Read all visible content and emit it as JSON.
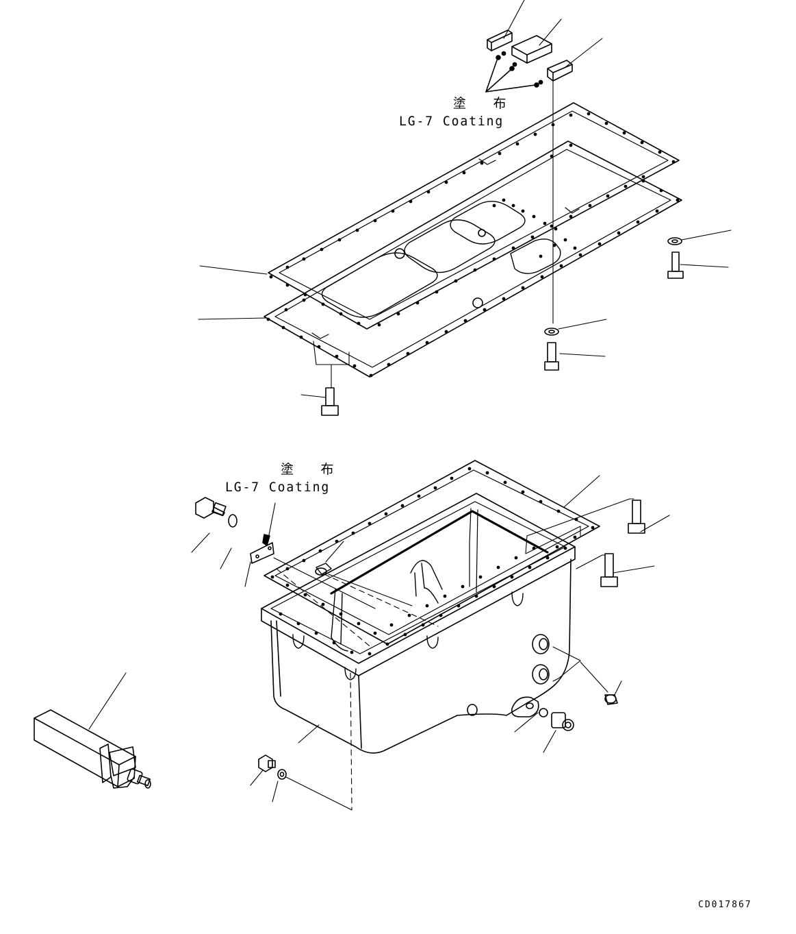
{
  "annotations": {
    "upper": {
      "jp": "塗 布",
      "en": "LG-7 Coating"
    },
    "lower": {
      "jp": "塗 布",
      "en": "LG-7 Coating"
    }
  },
  "drawing_code": "CD017867",
  "colors": {
    "ink": "#000000",
    "paper": "#ffffff"
  }
}
